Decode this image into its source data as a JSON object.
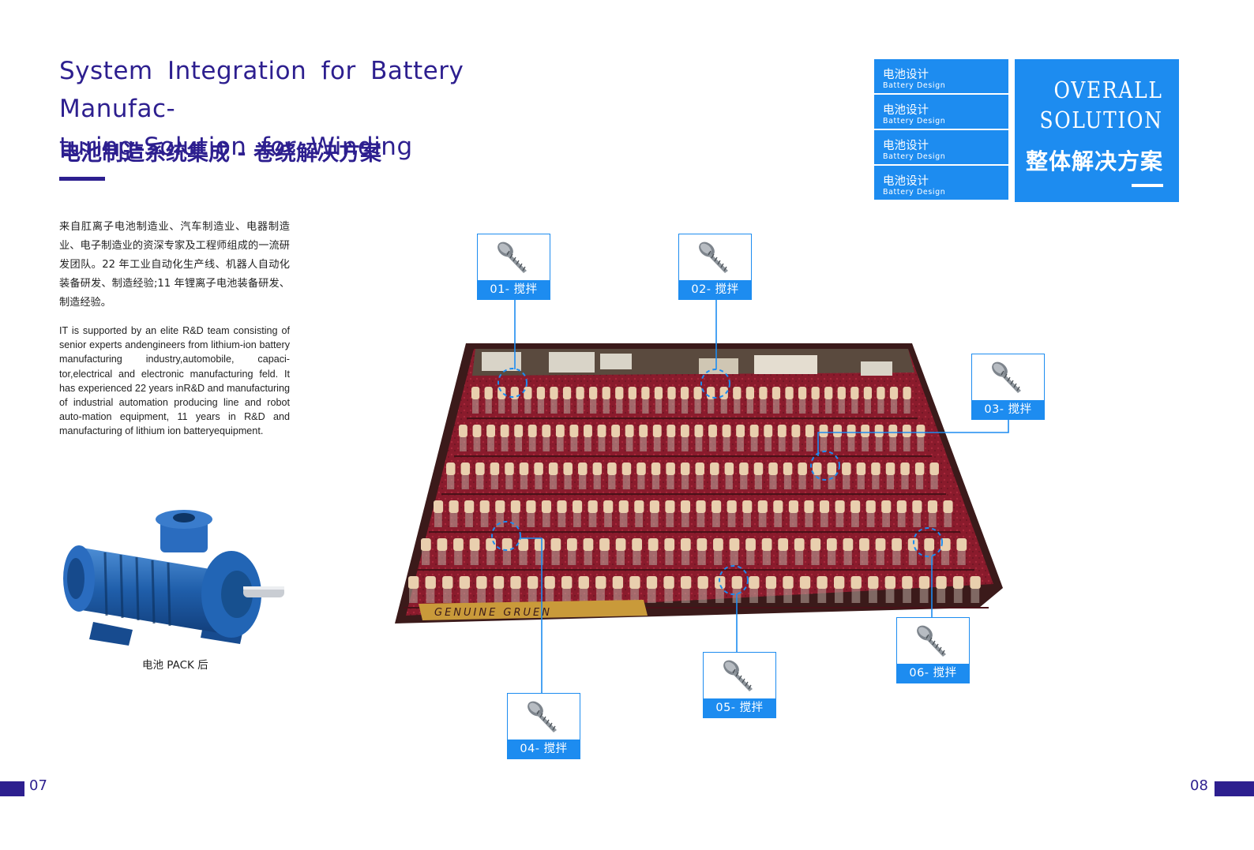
{
  "header": {
    "title_en_line1": "System Integration for Battery Manufac-",
    "title_en_line2": "turing-Solution for Winding",
    "title_zh": "电池制造系统集成 - 卷绕解决方案"
  },
  "intro": {
    "paragraph_zh": "来自肛离子电池制造业、汽车制造业、电器制造业、电子制造业的资深专家及工程师组成的一流研发团队。22 年工业自动化生产线、机器人自动化装备研发、制造经验;11 年锂离子电池装备研发、制造经验。",
    "paragraph_en": "IT is supported by an elite R&D team consisting of senior experts andengineers from lithium-ion battery manufacturing industry,automobile, capaci-tor,electrical and electronic manufacturing feld. It has experienced 22 years inR&D and manufacturing of industrial automation producing line and robot auto-mation equipment, 11 years in R&D and manufacturing of lithium ion batteryequipment."
  },
  "product": {
    "caption": "电池 PACK 后",
    "icon": "pump-image"
  },
  "menu": {
    "items": [
      {
        "zh": "电池设计",
        "en": "Battery Design"
      },
      {
        "zh": "电池设计",
        "en": "Battery Design"
      },
      {
        "zh": "电池设计",
        "en": "Battery Design"
      },
      {
        "zh": "电池设计",
        "en": "Battery Design"
      }
    ]
  },
  "overall": {
    "line1": "OVERALL",
    "line2": "SOLUTION",
    "zh": "整体解决方案"
  },
  "callouts": [
    {
      "label": "01- 搅拌",
      "icon": "screw-icon"
    },
    {
      "label": "02- 搅拌",
      "icon": "screw-icon"
    },
    {
      "label": "03- 搅拌",
      "icon": "screw-icon"
    },
    {
      "label": "04- 搅拌",
      "icon": "screw-icon"
    },
    {
      "label": "05- 搅拌",
      "icon": "screw-icon"
    },
    {
      "label": "06- 搅拌",
      "icon": "screw-icon"
    }
  ],
  "tray": {
    "label": "GENUINE GRUEN"
  },
  "pages": {
    "left": "07",
    "right": "08"
  },
  "colors": {
    "brand_navy": "#2d1f8f",
    "accent_blue": "#1d8cf0",
    "tray_red": "#8a1b2c"
  }
}
